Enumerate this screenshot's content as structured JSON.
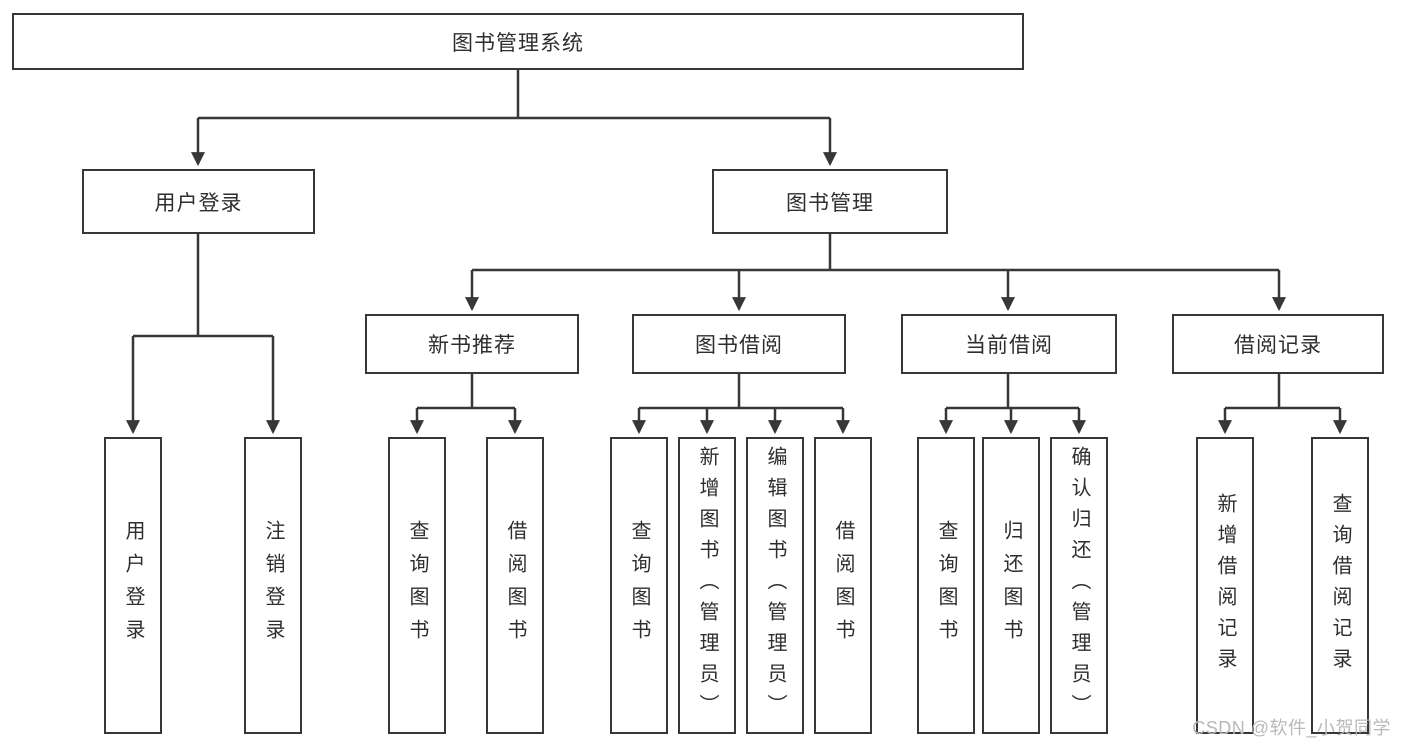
{
  "tree": {
    "label": "图书管理系统",
    "children": [
      {
        "label": "用户登录",
        "children": [
          {
            "label": "用户登录"
          },
          {
            "label": "注销登录"
          }
        ]
      },
      {
        "label": "图书管理",
        "children": [
          {
            "label": "新书推荐",
            "children": [
              {
                "label": "查询图书"
              },
              {
                "label": "借阅图书"
              }
            ]
          },
          {
            "label": "图书借阅",
            "children": [
              {
                "label": "查询图书"
              },
              {
                "label": "新增图书（管理员）"
              },
              {
                "label": "编辑图书（管理员）"
              },
              {
                "label": "借阅图书"
              }
            ]
          },
          {
            "label": "当前借阅",
            "children": [
              {
                "label": "查询图书"
              },
              {
                "label": "归还图书"
              },
              {
                "label": "确认归还（管理员）"
              }
            ]
          },
          {
            "label": "借阅记录",
            "children": [
              {
                "label": "新增借阅记录"
              },
              {
                "label": "查询借阅记录"
              }
            ]
          }
        ]
      }
    ]
  },
  "watermark": "CSDN @软件_小贺同学",
  "colors": {
    "line": "#373737",
    "box_border": "#373737",
    "text": "#2e2e2e",
    "watermark": "#b9b9b9",
    "background": "#ffffff"
  }
}
